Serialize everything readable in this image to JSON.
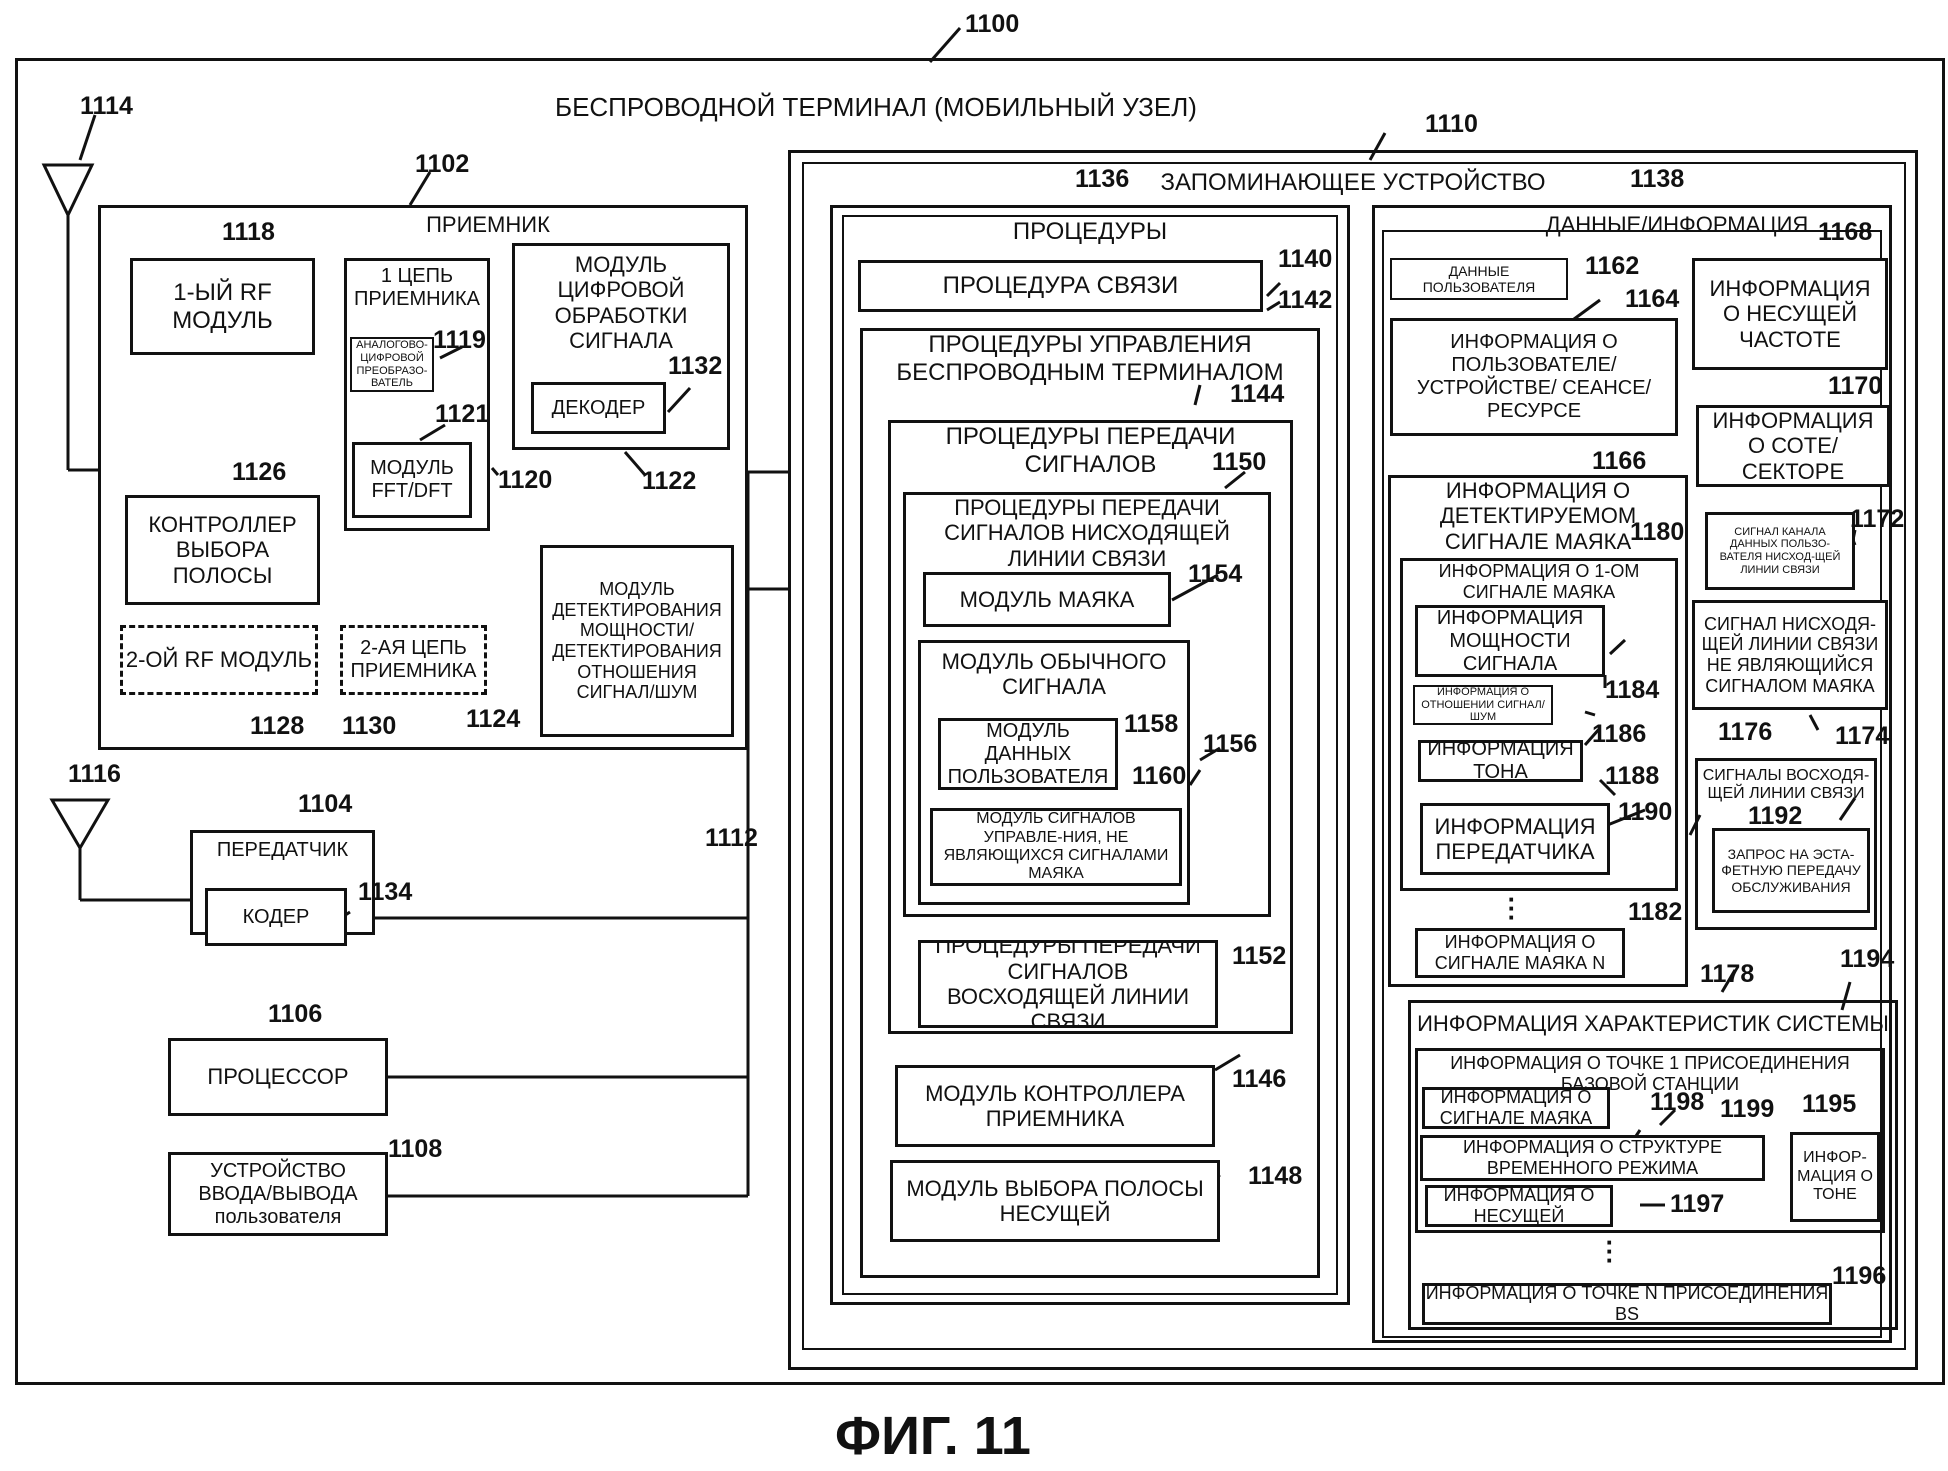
{
  "figure": {
    "caption": "ФИГ. 11",
    "ref": "1100",
    "title": "БЕСПРОВОДНОЙ ТЕРМИНАЛ (МОБИЛЬНЫЙ УЗЕЛ)",
    "bus_ref": "1112"
  },
  "antennas": {
    "rx_ref": "1114",
    "tx_ref": "1116"
  },
  "receiver": {
    "label": "ПРИЕМНИК",
    "ref": "1102",
    "rf1": {
      "label": "1-ЫЙ RF МОДУЛЬ",
      "ref": "1118"
    },
    "chain1": {
      "label": "1 ЦЕПЬ ПРИЕМНИКА",
      "ref": "1120",
      "adc": {
        "label": "АНАЛОГОВО-ЦИФРОВОЙ ПРЕОБРАЗО-ВАТЕЛЬ",
        "ref": "1119"
      },
      "fft": {
        "label": "МОДУЛЬ FFT/DFT",
        "ref": "1121"
      }
    },
    "dsp": {
      "label": "МОДУЛЬ ЦИФРОВОЙ ОБРАБОТКИ СИГНАЛА",
      "ref": "1122",
      "decoder": {
        "label": "ДЕКОДЕР",
        "ref": "1132"
      }
    },
    "band_ctrl": {
      "label": "КОНТРОЛЛЕР ВЫБОРА ПОЛОСЫ",
      "ref": "1126"
    },
    "rf2": {
      "label": "2-ОЙ RF МОДУЛЬ",
      "ref": "1128"
    },
    "chain2": {
      "label": "2-АЯ ЦЕПЬ ПРИЕМНИКА",
      "ref": "1130"
    },
    "power_det": {
      "label": "МОДУЛЬ ДЕТЕКТИРОВАНИЯ МОЩНОСТИ/ ДЕТЕКТИРОВАНИЯ ОТНОШЕНИЯ СИГНАЛ/ШУМ",
      "ref": "1124"
    }
  },
  "transmitter": {
    "label": "ПЕРЕДАТЧИК",
    "ref": "1104",
    "encoder": {
      "label": "КОДЕР",
      "ref": "1134"
    }
  },
  "processor": {
    "label": "ПРОЦЕССОР",
    "ref": "1106"
  },
  "io": {
    "label": "УСТРОЙСТВО ВВОДА/ВЫВОДА пользователя",
    "ref": "1108"
  },
  "memory": {
    "label": "ЗАПОМИНАЮЩЕЕ УСТРОЙСТВО",
    "ref": "1110",
    "routines": {
      "label": "ПРОЦЕДУРЫ",
      "ref": "1136",
      "comm": {
        "label": "ПРОЦЕДУРА СВЯЗИ",
        "ref": "1140"
      },
      "wt_control": {
        "label": "ПРОЦЕДУРЫ УПРАВЛЕНИЯ БЕСПРОВОДНЫМ ТЕРМИНАЛОМ",
        "ref": "1142"
      },
      "signaling": {
        "label": "ПРОЦЕДУРЫ ПЕРЕДАЧИ СИГНАЛОВ",
        "ref": "1144"
      },
      "downlink": {
        "label": "ПРОЦЕДУРЫ ПЕРЕДАЧИ СИГНАЛОВ НИСХОДЯЩЕЙ ЛИНИИ СВЯЗИ",
        "ref": "1150"
      },
      "beacon": {
        "label": "МОДУЛЬ МАЯКА",
        "ref": "1154"
      },
      "ordinary": {
        "label": "МОДУЛЬ ОБЫЧНОГО СИГНАЛА",
        "ref": "1156"
      },
      "user_data_mod": {
        "label": "МОДУЛЬ ДАННЫХ ПОЛЬЗОВАТЕЛЯ",
        "ref": "1158"
      },
      "non_beacon_ctrl": {
        "label": "МОДУЛЬ СИГНАЛОВ УПРАВЛЕ-НИЯ, НЕ ЯВЛЯЮЩИХСЯ СИГНАЛАМИ МАЯКА",
        "ref": "1160"
      },
      "uplink": {
        "label": "ПРОЦЕДУРЫ ПЕРЕДАЧИ СИГНАЛОВ ВОСХОДЯЩЕЙ ЛИНИИ СВЯЗИ",
        "ref": "1152"
      },
      "rx_ctrl": {
        "label": "МОДУЛЬ КОНТРОЛЛЕРА ПРИЕМНИКА",
        "ref": "1146"
      },
      "carrier_sel": {
        "label": "МОДУЛЬ ВЫБОРА ПОЛОСЫ НЕСУЩЕЙ",
        "ref": "1148"
      }
    },
    "data": {
      "label": "ДАННЫЕ/ИНФОРМАЦИЯ",
      "ref": "1138",
      "user_data": {
        "label": "ДАННЫЕ ПОЛЬЗОВАТЕЛЯ",
        "ref": "1162"
      },
      "user_info": {
        "label": "ИНФОРМАЦИЯ О ПОЛЬЗОВАТЕЛЕ/ УСТРОЙСТВЕ/ СЕАНСЕ/РЕСУРСЕ",
        "ref": "1164"
      },
      "carrier_info": {
        "label": "ИНФОРМАЦИЯ О НЕСУЩЕЙ ЧАСТОТЕ",
        "ref": "1168"
      },
      "cell_info": {
        "label": "ИНФОРМАЦИЯ О СОТЕ/СЕКТОРЕ",
        "ref": "1170"
      },
      "detected_beacon": {
        "label": "ИНФОРМАЦИЯ О ДЕТЕКТИРУЕМОМ СИГНАЛЕ МАЯКА",
        "ref": "1166"
      },
      "beacon1": {
        "label": "ИНФОРМАЦИЯ О 1-ОМ СИГНАЛЕ МАЯКА",
        "ref": "1180"
      },
      "power_info": {
        "label": "ИНФОРМАЦИЯ МОЩНОСТИ СИГНАЛА",
        "ref": "1184"
      },
      "snr_info": {
        "label": "ИНФОРМАЦИЯ О ОТНОШЕНИИ СИГНАЛ/ШУМ",
        "ref": "1186"
      },
      "tone_info": {
        "label": "ИНФОРМАЦИЯ ТОНА",
        "ref": "1188"
      },
      "tx_info": {
        "label": "ИНФОРМАЦИЯ ПЕРЕДАТЧИКА",
        "ref": "1190"
      },
      "beaconN": {
        "label": "ИНФОРМАЦИЯ О СИГНАЛЕ МАЯКА N",
        "ref": "1182"
      },
      "dl_data_sig": {
        "label": "СИГНАЛ КАНАЛА ДАННЫХ ПОЛЬЗО-ВАТЕЛЯ НИСХОД-ЩЕЙ ЛИНИИ СВЯЗИ",
        "ref": "1172"
      },
      "dl_non_beacon": {
        "label": "СИГНАЛ НИСХОДЯ-ЩЕЙ ЛИНИИ СВЯЗИ НЕ ЯВЛЯЮЩИЙСЯ СИГНАЛОМ МАЯКА",
        "ref": "1174"
      },
      "ul_signals": {
        "label": "СИГНАЛЫ ВОСХОДЯ-ЩЕЙ ЛИНИИ СВЯЗИ",
        "ref": "1176"
      },
      "request": {
        "label": "ЗАПРОС НА ЭСТА-ФЕТНУЮ ПЕРЕДАЧУ ОБСЛУЖИВАНИЯ",
        "ref": "1192"
      },
      "sys_info": {
        "label": "ИНФОРМАЦИЯ ХАРАКТЕРИСТИК СИСТЕМЫ",
        "ref": "1178",
        "ref2": "1194"
      },
      "bs_point1": {
        "label": "ИНФОРМАЦИЯ О ТОЧКЕ 1 ПРИСОЕДИНЕНИЯ БАЗОВОЙ СТАНЦИИ"
      },
      "bs_beacon": {
        "label": "ИНФОРМАЦИЯ О СИГНАЛЕ МАЯКА",
        "ref": "1198"
      },
      "timing": {
        "label": "ИНФОРМАЦИЯ О СТРУКТУРЕ ВРЕМЕННОГО РЕЖИМА",
        "ref": "1199"
      },
      "bs_carrier": {
        "label": "ИНФОРМАЦИЯ О НЕСУЩЕЙ",
        "ref": "1197"
      },
      "bs_tone": {
        "label": "ИНФОР-МАЦИЯ О ТОНЕ",
        "ref": "1195"
      },
      "bs_pointN": {
        "label": "ИНФОРМАЦИЯ О ТОЧКЕ N ПРИСОЕДИНЕНИЯ BS",
        "ref": "1196"
      }
    }
  }
}
